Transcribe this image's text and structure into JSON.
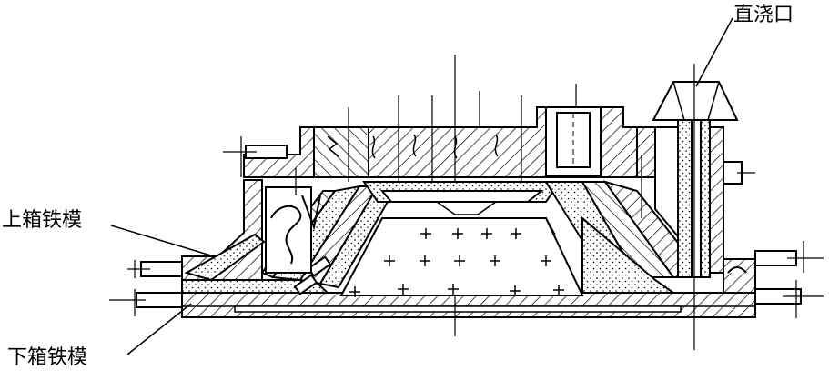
{
  "labels": {
    "sprue": "直浇口",
    "upper_mold": "上箱铁模",
    "lower_mold": "下箱铁模"
  },
  "colors": {
    "ink": "#000000",
    "paper": "#ffffff"
  }
}
